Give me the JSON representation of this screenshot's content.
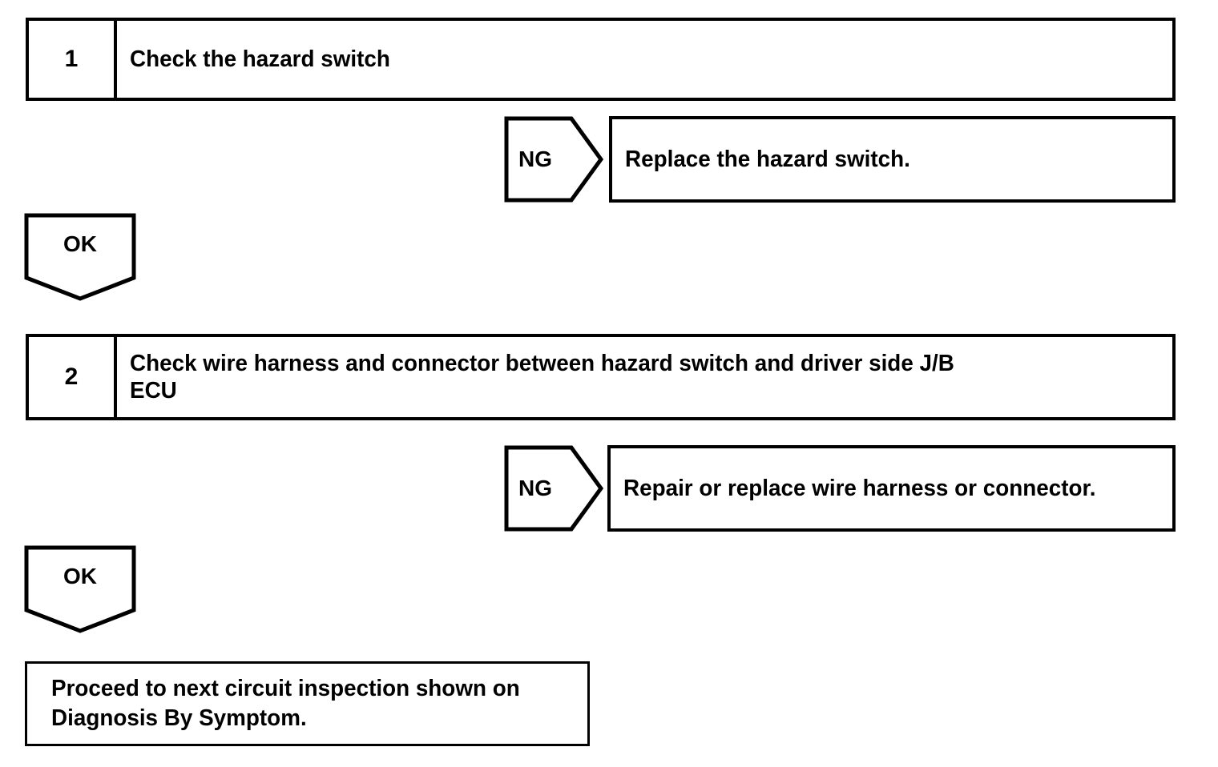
{
  "diagram": {
    "type": "diagnostic-flowchart",
    "background_color": "#ffffff",
    "stroke_color": "#000000",
    "text_color": "#000000"
  },
  "steps": [
    {
      "number": "1",
      "title": "Check the hazard switch",
      "branch": {
        "label": "NG",
        "result": "Replace the hazard switch."
      },
      "pass": {
        "label": "OK"
      }
    },
    {
      "number": "2",
      "title": "Check wire harness and connector between hazard switch and driver side J/B\nECU",
      "branch": {
        "label": "NG",
        "result": "Repair or replace wire harness or connector."
      },
      "pass": {
        "label": "OK"
      }
    }
  ],
  "terminal": {
    "text": "Proceed to next circuit inspection shown on\nDiagnosis By Symptom."
  }
}
